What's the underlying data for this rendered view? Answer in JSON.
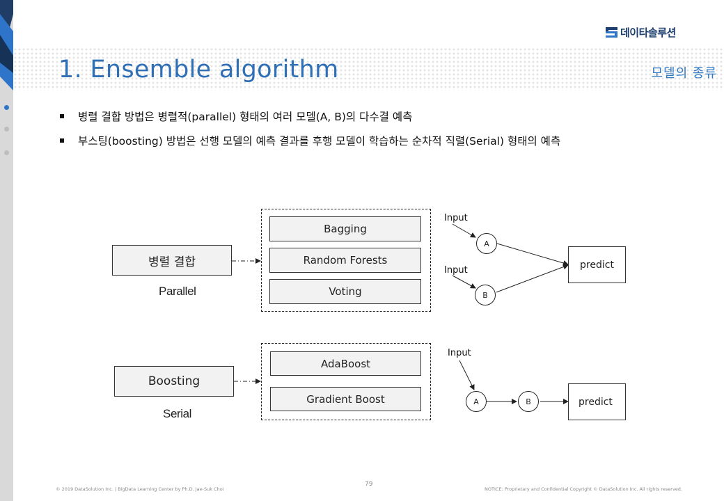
{
  "header": {
    "logo_text": "데이타솔루션",
    "title": "1. Ensemble algorithm",
    "section": "모델의 종류",
    "brand_color": "#2f6fb5"
  },
  "side_nav": {
    "dots": [
      "active",
      "inactive",
      "inactive"
    ]
  },
  "bullets": [
    "병렬 결합 방법은 병렬적(parallel) 형태의 여러 모델(A, B)의 다수결 예측",
    "부스팅(boosting) 방법은 선행 모델의 예측 결과를 후행 모델이 학습하는 순차적 직렬(Serial) 형태의 예측"
  ],
  "diagram": {
    "parallel": {
      "combine_label": "병렬 결합",
      "caption": "Parallel",
      "methods": [
        "Bagging",
        "Random Forests",
        "Voting"
      ],
      "flow": {
        "input_labels": [
          "Input",
          "Input"
        ],
        "nodes": [
          "A",
          "B"
        ],
        "output": "predict"
      }
    },
    "serial": {
      "combine_label": "Boosting",
      "caption": "Serial",
      "methods": [
        "AdaBoost",
        "Gradient Boost"
      ],
      "flow": {
        "input_label": "Input",
        "nodes": [
          "A",
          "B"
        ],
        "output": "predict"
      }
    }
  },
  "footer": {
    "left": "© 2019 DataSolution Inc. | BigData Learning Center by Ph.D. Jae-Suk Choi",
    "page": "79",
    "right": "NOTICE: Proprietary and Confidential Copyright © DataSolution Inc. All rights reserved."
  }
}
